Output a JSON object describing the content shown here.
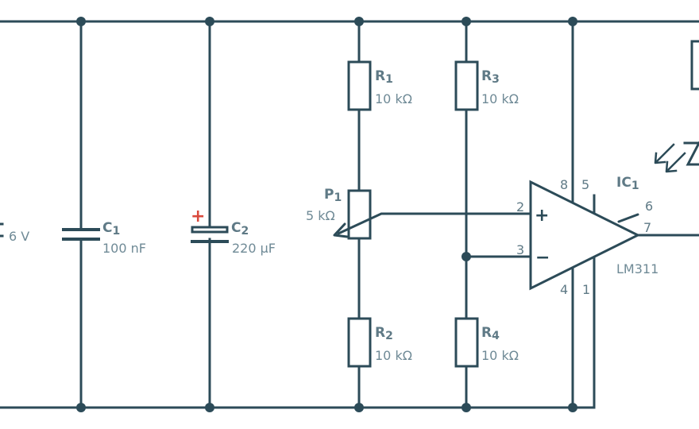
{
  "battery": {
    "value": "6 V"
  },
  "c1": {
    "designator": "C",
    "index": "1",
    "value": "100 nF"
  },
  "c2": {
    "designator": "C",
    "index": "2",
    "value": "220 µF",
    "polarity_mark": "+",
    "polarity_color": "#d94a3d"
  },
  "r1": {
    "designator": "R",
    "index": "1",
    "value": "10 kΩ"
  },
  "r2": {
    "designator": "R",
    "index": "2",
    "value": "10 kΩ"
  },
  "r3": {
    "designator": "R",
    "index": "3",
    "value": "10 kΩ"
  },
  "r4": {
    "designator": "R",
    "index": "4",
    "value": "10 kΩ"
  },
  "p1": {
    "designator": "P",
    "index": "1",
    "value": "5 kΩ"
  },
  "ic1": {
    "designator": "IC",
    "index": "1",
    "part": "LM311",
    "pins": {
      "p2": "2",
      "p3": "3",
      "p4": "4",
      "p1": "1",
      "p5": "5",
      "p6": "6",
      "p7": "7",
      "p8": "8"
    },
    "plus": "+",
    "minus": "−"
  },
  "colors": {
    "wire": "#2c4b58",
    "label": "#5f7a86",
    "accent": "#d94a3d"
  }
}
